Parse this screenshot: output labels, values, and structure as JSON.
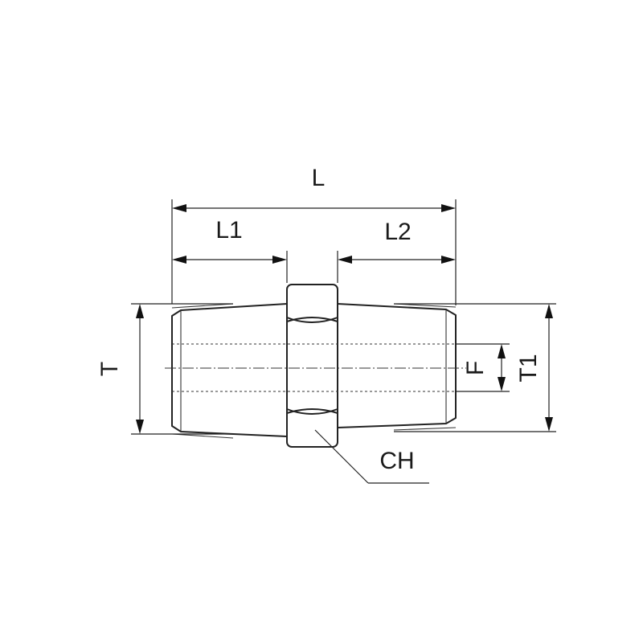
{
  "labels": {
    "L": "L",
    "L1": "L1",
    "L2": "L2",
    "T": "T",
    "T1": "T1",
    "F": "F",
    "CH": "CH"
  },
  "colors": {
    "line": "#222222",
    "background": "#ffffff"
  }
}
